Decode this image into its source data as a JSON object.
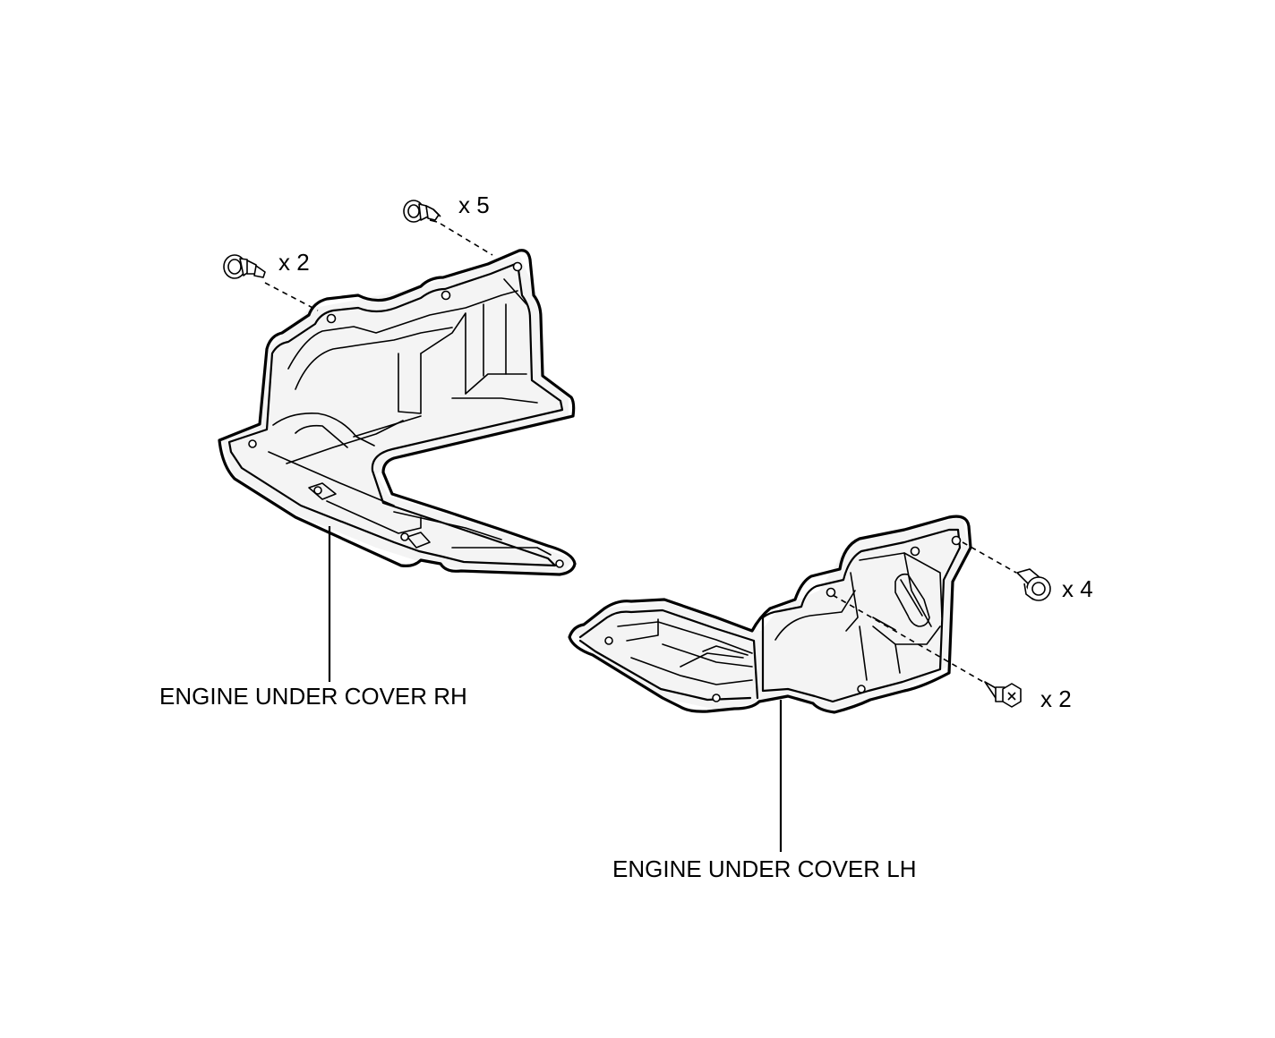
{
  "parts": {
    "rh_label": "ENGINE UNDER COVER RH",
    "lh_label": "ENGINE UNDER COVER LH"
  },
  "fasteners": {
    "rh_clip_qty": "x 5",
    "rh_bolt_qty": "x 2",
    "lh_clip_qty": "x 4",
    "lh_screw_qty": "x 2"
  },
  "colors": {
    "line": "#000000",
    "background": "#ffffff"
  }
}
